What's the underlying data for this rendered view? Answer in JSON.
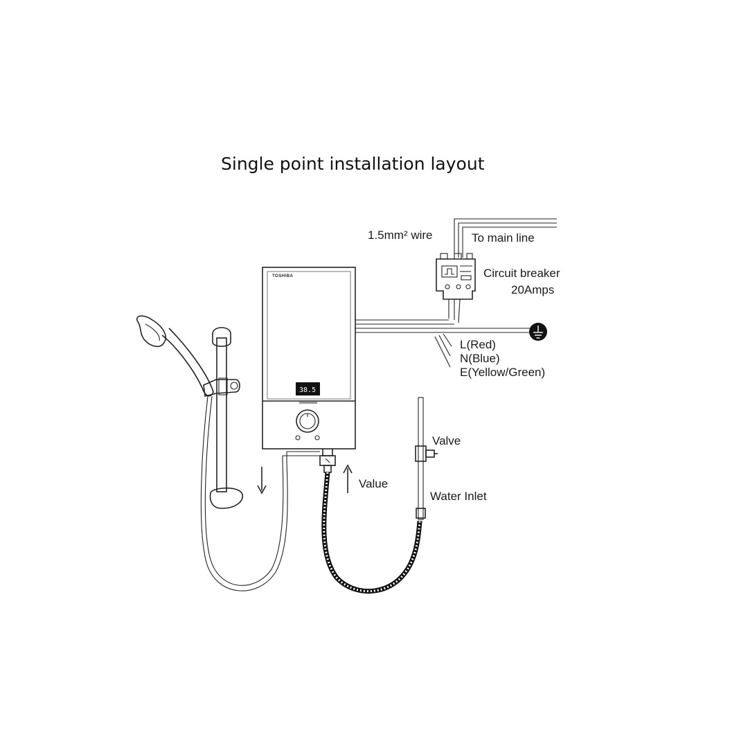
{
  "title": "Single point installation layout",
  "labels": {
    "wire": "1.5mm² wire",
    "main_line": "To main line",
    "breaker_name": "Circuit breaker",
    "breaker_rating": "20Amps",
    "live": "L(Red)",
    "neutral": "N(Blue)",
    "earth": "E(Yellow/Green)",
    "valve": "Valve",
    "value": "Value",
    "water_inlet": "Water Inlet"
  },
  "heater": {
    "brand": "TOSHIBA",
    "display": "38.5"
  },
  "icons": {
    "ground": "ground-symbol-icon",
    "arrow_down": "arrow-down-icon",
    "arrow_up": "arrow-up-icon"
  }
}
